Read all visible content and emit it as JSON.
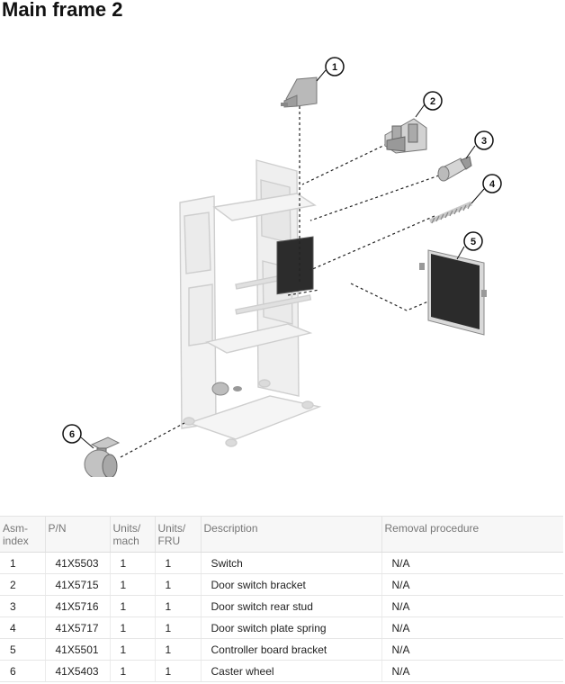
{
  "page": {
    "title": "Main frame 2"
  },
  "callouts": [
    "1",
    "2",
    "3",
    "4",
    "5",
    "6"
  ],
  "table": {
    "headers": {
      "asm_index": "Asm-\nindex",
      "pn": "P/N",
      "units_mach": "Units/\nmach",
      "units_fru": "Units/\nFRU",
      "description": "Description",
      "removal": "Removal procedure"
    },
    "rows": [
      {
        "index": "1",
        "pn": "41X5503",
        "units_mach": "1",
        "units_fru": "1",
        "description": "Switch",
        "removal": "N/A"
      },
      {
        "index": "2",
        "pn": "41X5715",
        "units_mach": "1",
        "units_fru": "1",
        "description": "Door switch bracket",
        "removal": "N/A"
      },
      {
        "index": "3",
        "pn": "41X5716",
        "units_mach": "1",
        "units_fru": "1",
        "description": "Door switch rear stud",
        "removal": "N/A"
      },
      {
        "index": "4",
        "pn": "41X5717",
        "units_mach": "1",
        "units_fru": "1",
        "description": "Door switch plate spring",
        "removal": "N/A"
      },
      {
        "index": "5",
        "pn": "41X5501",
        "units_mach": "1",
        "units_fru": "1",
        "description": "Controller board bracket",
        "removal": "N/A"
      },
      {
        "index": "6",
        "pn": "41X5403",
        "units_mach": "1",
        "units_fru": "1",
        "description": "Caster wheel",
        "removal": "N/A"
      }
    ]
  }
}
